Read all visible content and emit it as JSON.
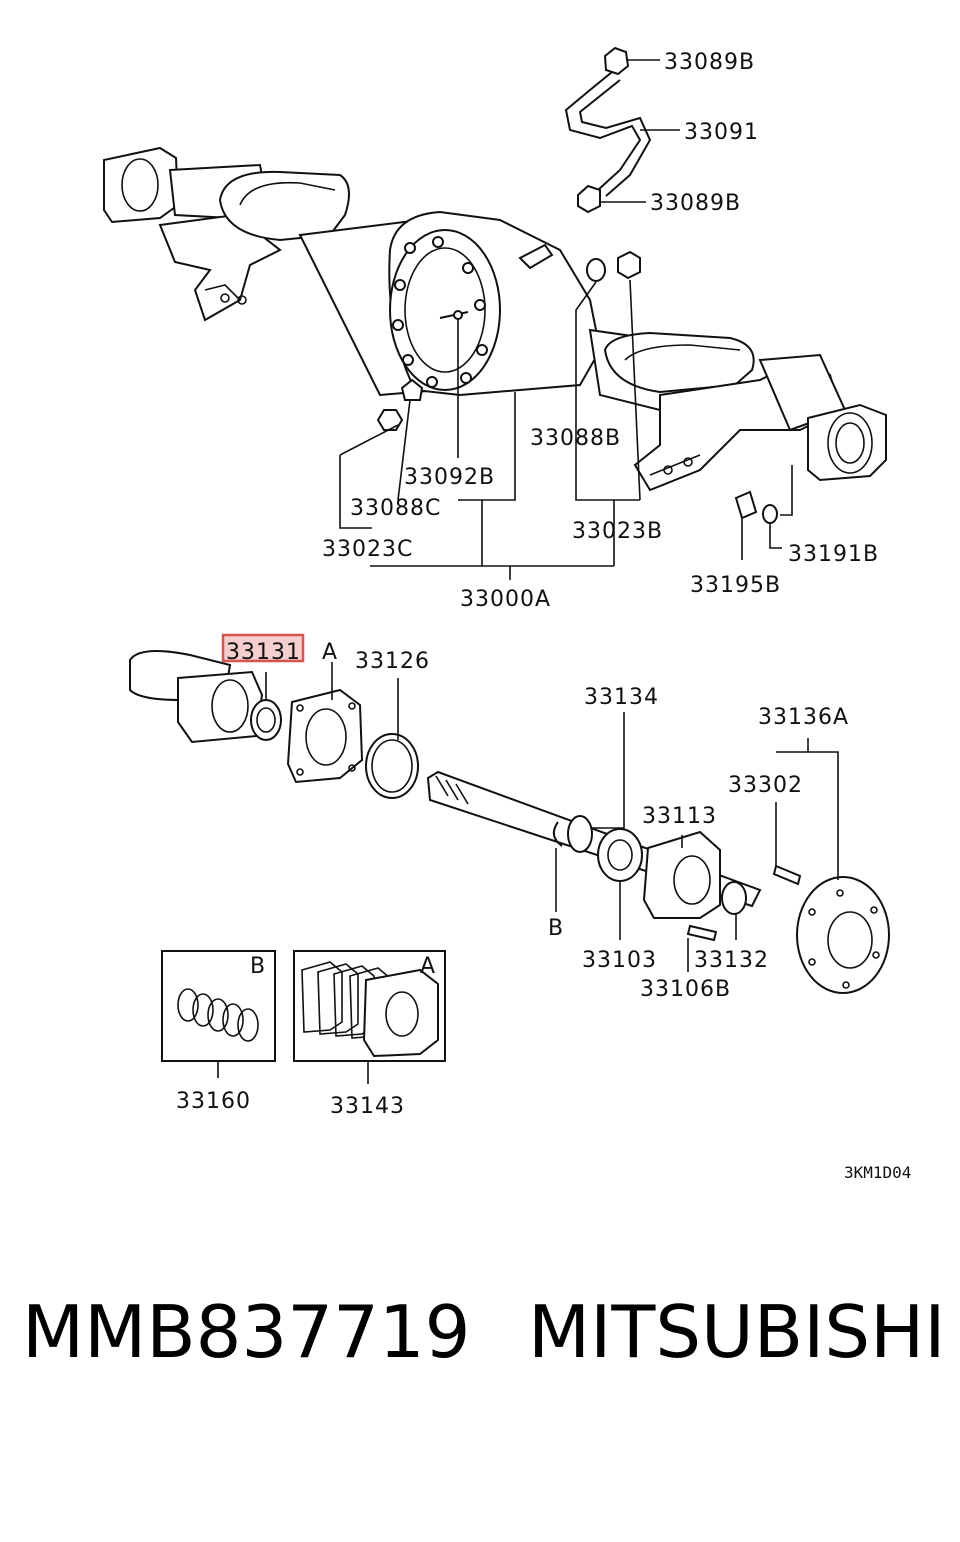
{
  "labels": {
    "l_33089B_top": "33089B",
    "l_33091": "33091",
    "l_33089B_bottom": "33089B",
    "l_33088B": "33088B",
    "l_33092B": "33092B",
    "l_33088C": "33088C",
    "l_33023C": "33023C",
    "l_33023B": "33023B",
    "l_33000A": "33000A",
    "l_33195B": "33195B",
    "l_33191B": "33191B",
    "l_33131": "33131",
    "l_A_top": "A",
    "l_33126": "33126",
    "l_33134": "33134",
    "l_33136A": "33136A",
    "l_33302": "33302",
    "l_33113": "33113",
    "l_B_shaft": "B",
    "l_33103": "33103",
    "l_33132": "33132",
    "l_33106B": "33106B",
    "l_B_box": "B",
    "l_A_box": "A",
    "l_33160": "33160",
    "l_33143": "33143"
  },
  "diagram_code": "3KM1D04",
  "highlight": {
    "part": "33131",
    "color": "#d9534f"
  },
  "footer": {
    "part_number": "MMB837719",
    "brand": "MITSUBISHI"
  }
}
